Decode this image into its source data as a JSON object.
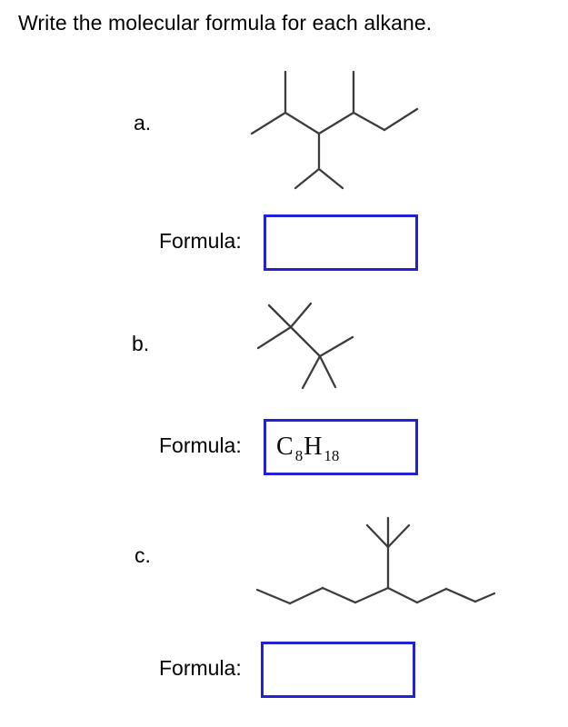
{
  "page": {
    "title": "Write the molecular formula for each alkane."
  },
  "colors": {
    "input_border": "#2222d4",
    "structure_stroke": "#3c3c3c"
  },
  "problems": [
    {
      "label": "a.",
      "formula_label": "Formula:"
    },
    {
      "label": "b.",
      "formula_label": "Formula:",
      "answer": {
        "element1": "C",
        "sub1": "8",
        "element2": "H",
        "sub2": "18"
      }
    },
    {
      "label": "c.",
      "formula_label": "Formula:"
    }
  ],
  "structures": {
    "a": {
      "segments": [
        [
          15,
          79,
          52,
          56
        ],
        [
          52,
          56,
          52,
          11
        ],
        [
          52,
          56,
          89,
          79
        ],
        [
          89,
          79,
          127,
          56
        ],
        [
          127,
          56,
          127,
          11
        ],
        [
          127,
          56,
          161,
          75
        ],
        [
          161,
          75,
          197,
          52
        ],
        [
          89,
          79,
          89,
          118
        ],
        [
          89,
          118,
          63,
          139
        ],
        [
          89,
          118,
          115,
          139
        ]
      ]
    },
    "b": {
      "segments": [
        [
          21,
          8,
          45,
          32
        ],
        [
          67,
          6,
          45,
          32
        ],
        [
          9,
          55,
          45,
          32
        ],
        [
          45,
          32,
          77,
          64
        ],
        [
          77,
          64,
          113,
          43
        ],
        [
          77,
          64,
          58,
          99
        ],
        [
          77,
          64,
          94,
          98
        ]
      ]
    },
    "c": {
      "segments": [
        [
          5,
          89,
          41,
          104
        ],
        [
          41,
          104,
          77,
          87
        ],
        [
          77,
          87,
          113,
          103
        ],
        [
          113,
          103,
          149,
          87
        ],
        [
          149,
          87,
          181,
          103
        ],
        [
          181,
          103,
          213,
          88
        ],
        [
          213,
          88,
          245,
          102
        ],
        [
          245,
          102,
          266,
          93
        ],
        [
          149,
          87,
          149,
          42
        ],
        [
          149,
          42,
          126,
          18
        ],
        [
          149,
          42,
          172,
          18
        ],
        [
          149,
          42,
          149,
          10
        ]
      ]
    }
  }
}
